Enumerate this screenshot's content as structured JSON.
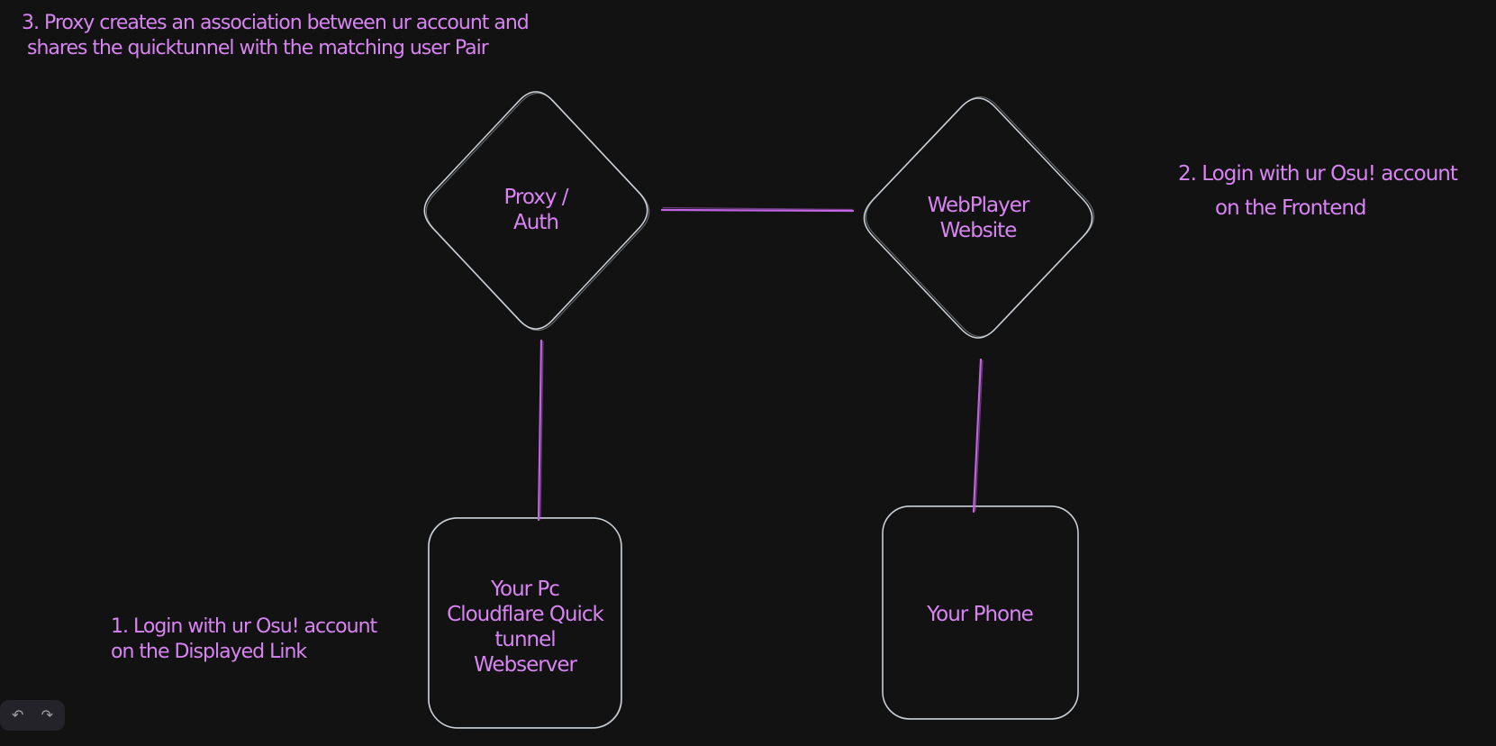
{
  "canvas": {
    "background_color": "#121212",
    "shape_stroke_color": "#ced4da",
    "text_color": "#d884f2",
    "connector_color": "#c263e2"
  },
  "annotations": {
    "step3": "3. Proxy creates an association between ur account and\n shares the quicktunnel with the matching user Pair",
    "step2_line1": "2. Login with ur Osu! account",
    "step2_line2": "on the Frontend",
    "step1": "1. Login with ur Osu! account\non the Displayed Link"
  },
  "nodes": {
    "proxy_auth": {
      "shape": "diamond",
      "label": "Proxy /\nAuth"
    },
    "webplayer": {
      "shape": "diamond",
      "label": "WebPlayer\nWebsite"
    },
    "your_pc": {
      "shape": "rounded-rectangle",
      "label": "Your Pc\nCloudflare Quick\ntunnel\nWebserver"
    },
    "your_phone": {
      "shape": "rounded-rectangle",
      "label": "Your Phone"
    }
  },
  "edges": [
    {
      "from": "proxy_auth",
      "to": "webplayer"
    },
    {
      "from": "proxy_auth",
      "to": "your_pc"
    },
    {
      "from": "webplayer",
      "to": "your_phone"
    }
  ],
  "toolbar": {
    "undo_icon": "↶",
    "redo_icon": "↷"
  }
}
